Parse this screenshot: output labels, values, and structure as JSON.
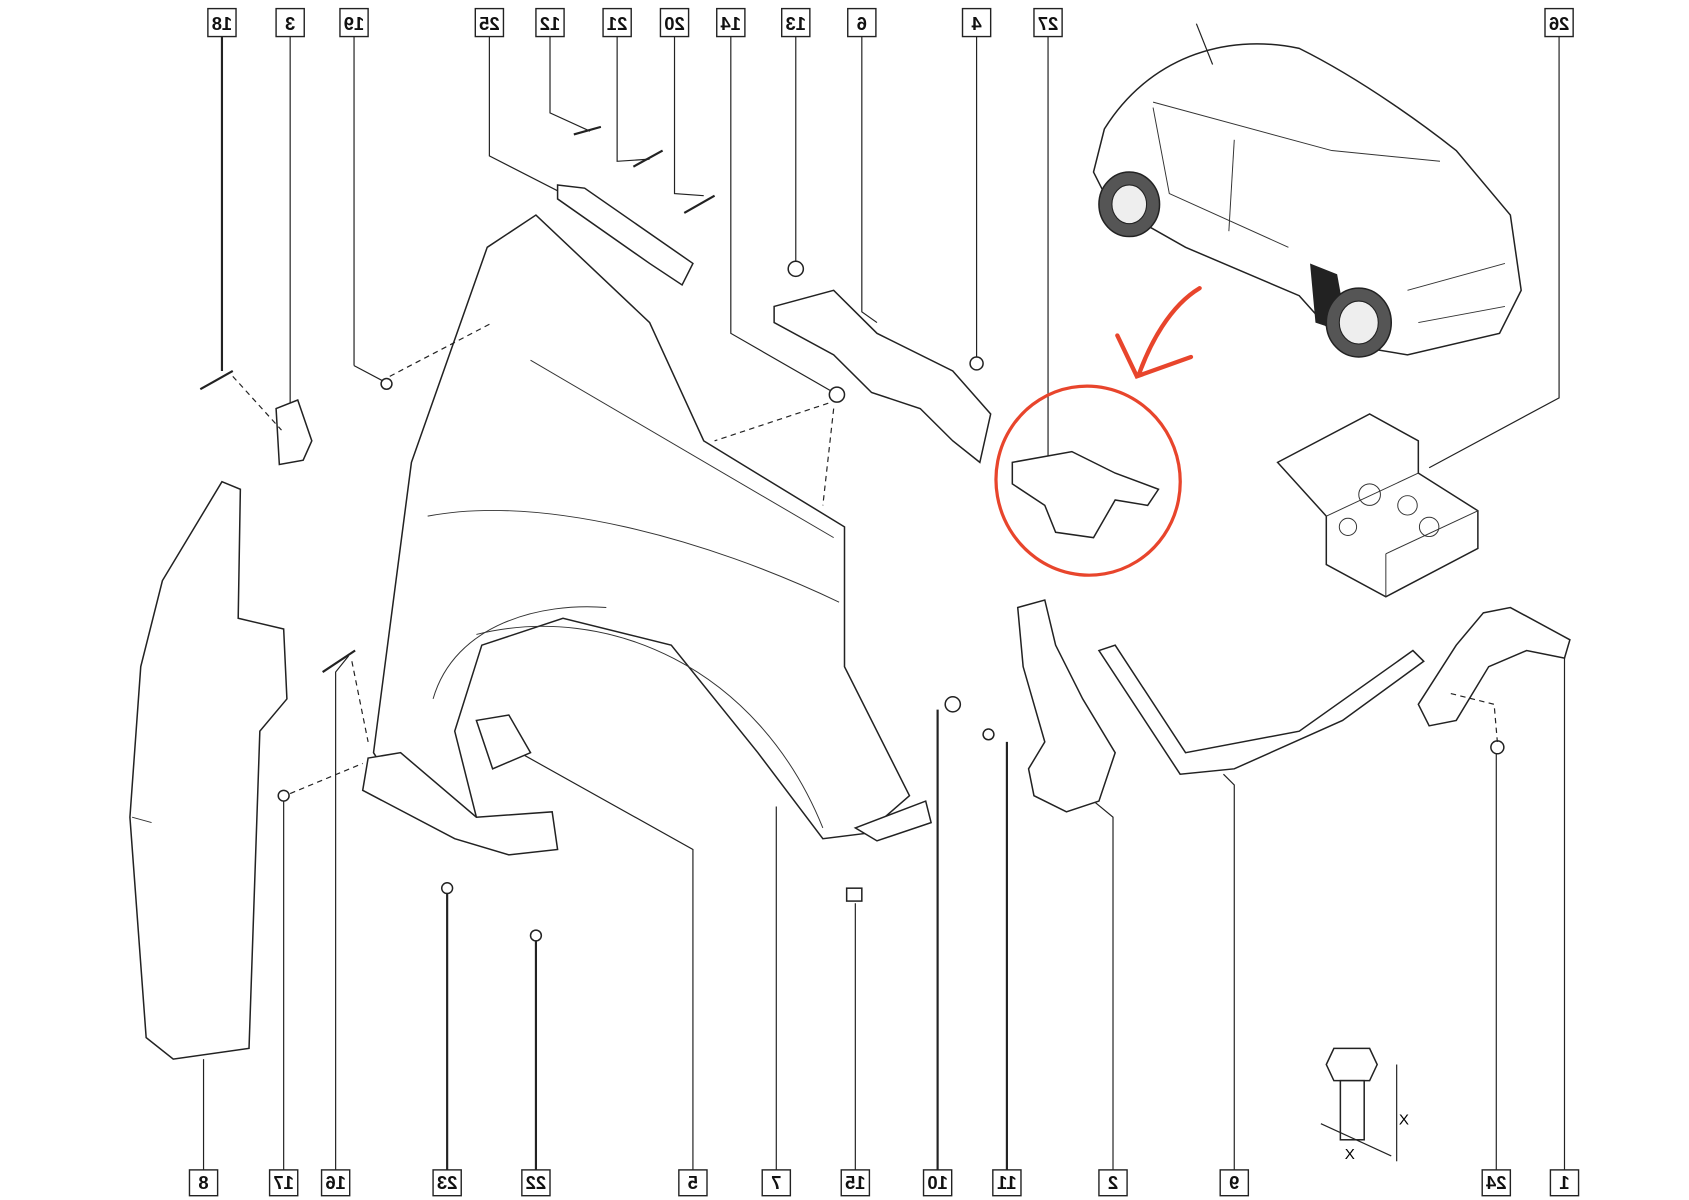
{
  "diagram": {
    "title": "Front wing / fender exploded parts diagram",
    "top_labels": [
      "18",
      "3",
      "19",
      "25",
      "12",
      "21",
      "20",
      "14",
      "13",
      "6",
      "4",
      "27",
      "26"
    ],
    "bottom_labels": [
      "8",
      "17",
      "16",
      "23",
      "22",
      "5",
      "7",
      "15",
      "10",
      "11",
      "2",
      "9",
      "24",
      "1"
    ],
    "dimension_marks": [
      "X",
      "X"
    ],
    "highlight": {
      "part": "27",
      "color": "#e8452c"
    }
  }
}
